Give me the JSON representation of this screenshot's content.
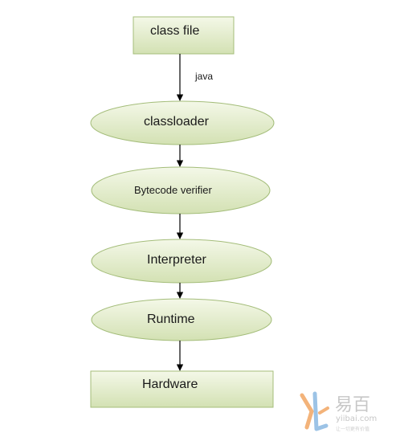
{
  "nodes": {
    "class_file": "class file",
    "classloader": "classloader",
    "bytecode_verifier": "Bytecode verifier",
    "interpreter": "Interpreter",
    "runtime": "Runtime",
    "hardware": "Hardware"
  },
  "edges": {
    "class_file_to_classloader": "java"
  },
  "watermark": {
    "chinese": "易百",
    "site": "yiibai.com",
    "tagline": "让一切更有价值"
  },
  "colors": {
    "node_fill_light": "#f4f8e8",
    "node_fill_dark": "#d3e1b3",
    "node_stroke": "#a4bd7a",
    "arrow": "#000000",
    "watermark_orange": "#f3b37a",
    "watermark_blue": "#9cc3e6"
  }
}
